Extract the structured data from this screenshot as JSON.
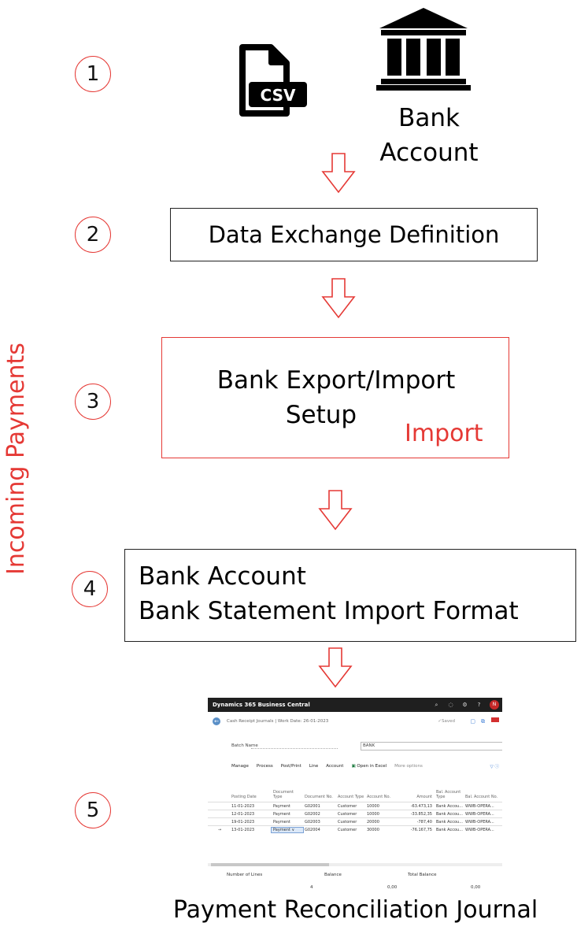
{
  "side_label": "Incoming Payments",
  "steps": [
    {
      "number": "1",
      "label_line1": "Bank",
      "label_line2": "Account",
      "file_icon_text": "CSV"
    },
    {
      "number": "2",
      "label": "Data Exchange Definition"
    },
    {
      "number": "3",
      "label_line1": "Bank Export/Import",
      "label_line2": "Setup",
      "tag": "Import"
    },
    {
      "number": "4",
      "label_line1": "Bank Account",
      "label_line2": "Bank Statement Import Format"
    },
    {
      "number": "5",
      "label": "Payment Reconciliation Journal"
    }
  ],
  "colors": {
    "accent": "#e53935",
    "box_border": "#222222"
  },
  "bc_screen": {
    "app_title": "Dynamics 365 Business Central",
    "avatar": "N",
    "breadcrumb": "Cash Receipt Journals | Work Date: 26-01-2023",
    "saved": "✓Saved",
    "batch_label": "Batch Name",
    "batch_value": "BANK",
    "menu": [
      "Manage",
      "Process",
      "Post/Print",
      "Line",
      "Account"
    ],
    "open_excel": "Open in Excel",
    "more_options": "More options",
    "columns": [
      "Posting Date",
      "Document Type",
      "Document No.",
      "Account Type",
      "Account No.",
      "Amount",
      "Bal. Account Type",
      "Bal. Account No."
    ],
    "rows": [
      [
        "",
        "11-01-2023",
        "Payment",
        "G02001",
        "Customer",
        "10000",
        "-63.473,13",
        "Bank Accou...",
        "WWB-OPERA..."
      ],
      [
        "",
        "12-01-2023",
        "Payment",
        "G02002",
        "Customer",
        "10000",
        "-33.852,35",
        "Bank Accou...",
        "WWB-OPERA..."
      ],
      [
        "",
        "19-01-2023",
        "Payment",
        "G02003",
        "Customer",
        "20000",
        "-787,40",
        "Bank Accou...",
        "WWB-OPERA..."
      ],
      [
        "→",
        "13-01-2023",
        "Payment ∨",
        "G02004",
        "Customer",
        "30000",
        "-76.167,75",
        "Bank Accou...",
        "WWB-OPERA..."
      ]
    ],
    "footer": {
      "number_of_lines_label": "Number of Lines",
      "number_of_lines": "4",
      "balance_label": "Balance",
      "balance": "0,00",
      "total_balance_label": "Total Balance",
      "total_balance": "0,00"
    }
  }
}
